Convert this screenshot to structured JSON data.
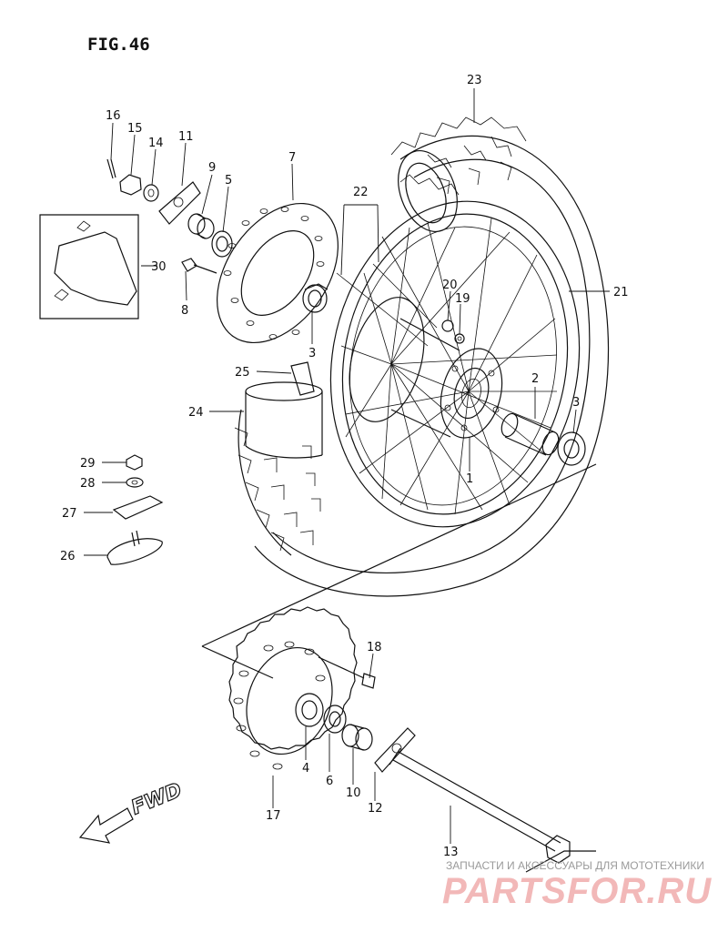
{
  "figure": {
    "title": "FIG.46"
  },
  "fwd_label": "FWD",
  "watermark": {
    "caption": "ЗАПЧАСТИ И АКСЕССУАРЫ ДЛЯ МОТОТЕХНИКИ",
    "logo": "PARTSFOR.RU"
  },
  "callouts": {
    "n1": "1",
    "n2": "2",
    "n3a": "3",
    "n3b": "3",
    "n4": "4",
    "n5": "5",
    "n6": "6",
    "n7": "7",
    "n8": "8",
    "n9": "9",
    "n10": "10",
    "n11": "11",
    "n12": "12",
    "n13": "13",
    "n14": "14",
    "n15": "15",
    "n16": "16",
    "n17": "17",
    "n18": "18",
    "n19": "19",
    "n20": "20",
    "n21": "21",
    "n22": "22",
    "n23": "23",
    "n24": "24",
    "n25": "25",
    "n26": "26",
    "n27": "27",
    "n28": "28",
    "n29": "29",
    "n30": "30"
  }
}
